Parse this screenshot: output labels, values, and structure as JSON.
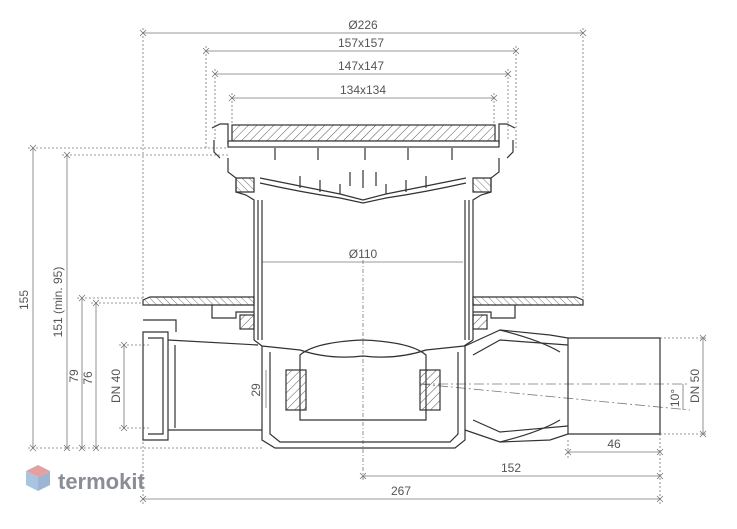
{
  "drawing": {
    "dimensions": {
      "d_outer": "Ø226",
      "w_157": "157x157",
      "w_147": "147x147",
      "w_134": "134x134",
      "d_110": "Ø110",
      "h_155": "155",
      "h_151": "151 (min. 95)",
      "h_79": "79",
      "h_76": "76",
      "dn_40": "DN 40",
      "h_29": "29",
      "angle_10": "10°",
      "dn_50": "DN 50",
      "l_46": "46",
      "l_152": "152",
      "l_267": "267"
    }
  },
  "logo": {
    "text": "termokit",
    "colors": {
      "top": "#e4a0a0",
      "left": "#a8c4e0",
      "right": "#9fb4d2"
    }
  },
  "colors": {
    "line": "#3a3a3a",
    "dim": "#666666",
    "hatch": "#555555"
  }
}
